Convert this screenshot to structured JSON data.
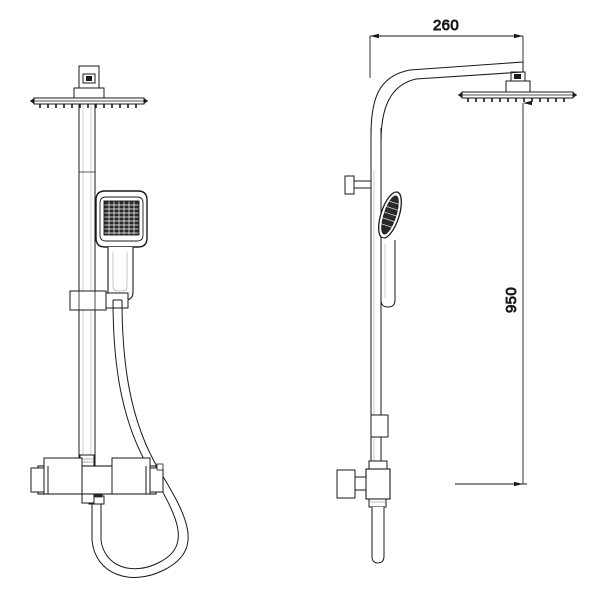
{
  "document": {
    "type": "technical-line-drawing",
    "subject": "Thermostatic shower column with rain head and hand shower",
    "background_color": "#ffffff",
    "line_color": "#1a1a1a",
    "views": [
      {
        "id": "front",
        "label": "front-elevation"
      },
      {
        "id": "side",
        "label": "side-elevation"
      }
    ]
  },
  "dimensions": {
    "horizontal": {
      "value": "260",
      "unit_implied": "mm",
      "orientation": "horizontal",
      "description": "shower arm projection from riser to rain head centre"
    },
    "vertical": {
      "value": "950",
      "unit_implied": "mm",
      "orientation": "vertical-rotated",
      "description": "height from mixer valve centre to rain head"
    }
  },
  "components": {
    "rain_head": "rain-shower-head",
    "riser": "riser-pipe",
    "hand_shower": "hand-shower-handset",
    "slider_bracket": "slider-bracket",
    "mixer_valve": "thermostatic-mixer-valve",
    "left_handle": "temperature-handle",
    "right_handle": "flow-control-handle",
    "hose": "flexible-shower-hose",
    "wall_bracket": "wall-mount-bracket",
    "shower_arm": "curved-shower-arm"
  }
}
